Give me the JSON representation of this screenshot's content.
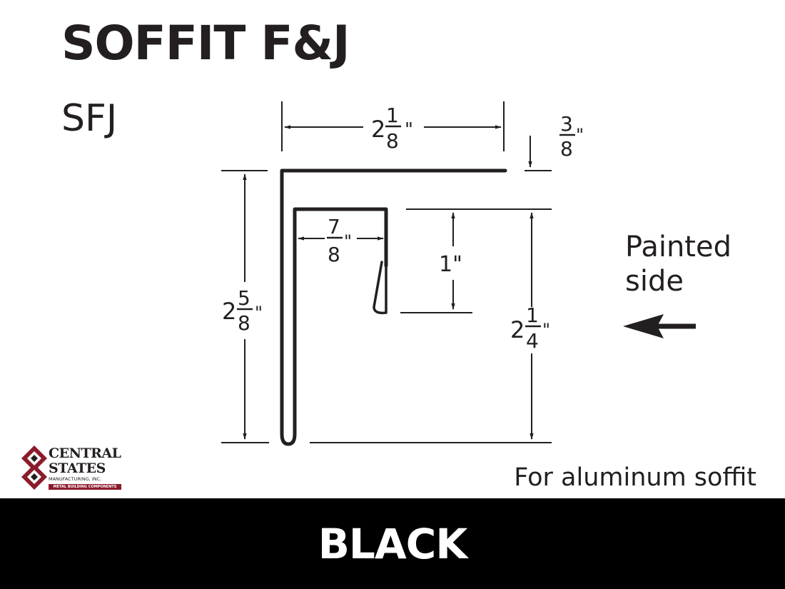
{
  "title": "SOFFIT F&J",
  "code": "SFJ",
  "dimensions": {
    "top_width": {
      "whole": "2",
      "num": "1",
      "den": "8",
      "unit": "\""
    },
    "top_leg": {
      "num": "3",
      "den": "8",
      "unit": "\""
    },
    "inner_width": {
      "num": "7",
      "den": "8",
      "unit": "\""
    },
    "hem_drop": {
      "text": "1\""
    },
    "overall_height": {
      "whole": "2",
      "num": "5",
      "den": "8",
      "unit": "\""
    },
    "channel_height": {
      "whole": "2",
      "num": "1",
      "den": "4",
      "unit": "\""
    }
  },
  "painted_side": {
    "line1": "Painted",
    "line2": "side"
  },
  "usage_note": "For aluminum soffit",
  "color_label": "BLACK",
  "colors": {
    "profile": "#231f20",
    "footer_bg": "#000000",
    "footer_text": "#ffffff",
    "logo_accent": "#8b1c2c"
  },
  "logo": {
    "line1": "CENTRAL",
    "line2": "STATES",
    "line3": "MANUFACTURING, INC.",
    "tagline": "METAL BUILDING COMPONENTS"
  }
}
